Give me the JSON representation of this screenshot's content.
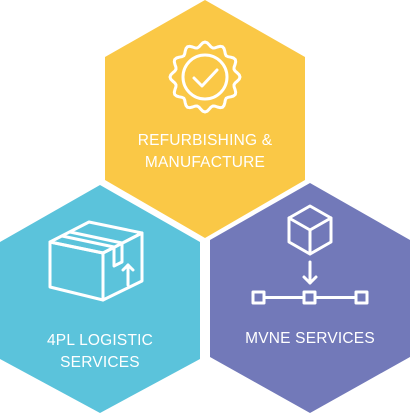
{
  "hexagons": [
    {
      "id": "top",
      "label_line1": "REFURBISHING &",
      "label_line2": "MANUFACTURE",
      "color": "#FAC846",
      "icon": "badge-check-icon"
    },
    {
      "id": "left",
      "label_line1": "4PL LOGISTIC",
      "label_line2": "SERVICES",
      "color": "#5BC3DB",
      "icon": "package-box-icon"
    },
    {
      "id": "right",
      "label_line1": "MVNE SERVICES",
      "label_line2": "",
      "color": "#7279B9",
      "icon": "cube-network-icon"
    }
  ]
}
